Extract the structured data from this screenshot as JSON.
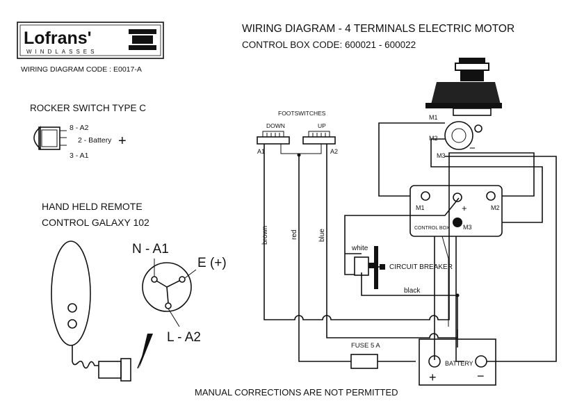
{
  "logo": {
    "brand": "Lofrans'",
    "sub": "WINDLASSES"
  },
  "header": {
    "code": "WIRING DIAGRAM CODE : E0017-A",
    "title": "WIRING DIAGRAM - 4 TERMINALS  ELECTRIC  MOTOR",
    "subtitle": "CONTROL BOX CODE: 600021 - 600022"
  },
  "rocker": {
    "title": "ROCKER SWITCH TYPE C",
    "l1": "8 - A2",
    "l2": "2 - Battery",
    "l3": "3 - A1",
    "plus": "+"
  },
  "remote": {
    "title1": "HAND HELD REMOTE",
    "title2": "CONTROL GALAXY 102",
    "n": "N - A1",
    "e": "E (+)",
    "l": "L - A2"
  },
  "footswitches": {
    "title": "FOOTSWITCHES",
    "down": "DOWN",
    "up": "UP",
    "a1": "A1",
    "a2": "A2"
  },
  "wires": {
    "brown": "brown",
    "red": "red",
    "blue": "blue",
    "white": "white",
    "black": "black"
  },
  "motor": {
    "m1": "M1",
    "m2": "M2",
    "m3": "M3",
    "minus": "−"
  },
  "controlbox": {
    "label": "CONTROL BOX",
    "m1": "M1",
    "m2": "M2",
    "m3": "M3",
    "plus": "+"
  },
  "breaker": {
    "label": "CIRCUIT BREAKER"
  },
  "fuse": {
    "label": "FUSE 5 A"
  },
  "battery": {
    "label": "BATTERY",
    "plus": "+",
    "minus": "−"
  },
  "footer": {
    "note": "MANUAL CORRECTIONS ARE NOT PERMITTED"
  }
}
